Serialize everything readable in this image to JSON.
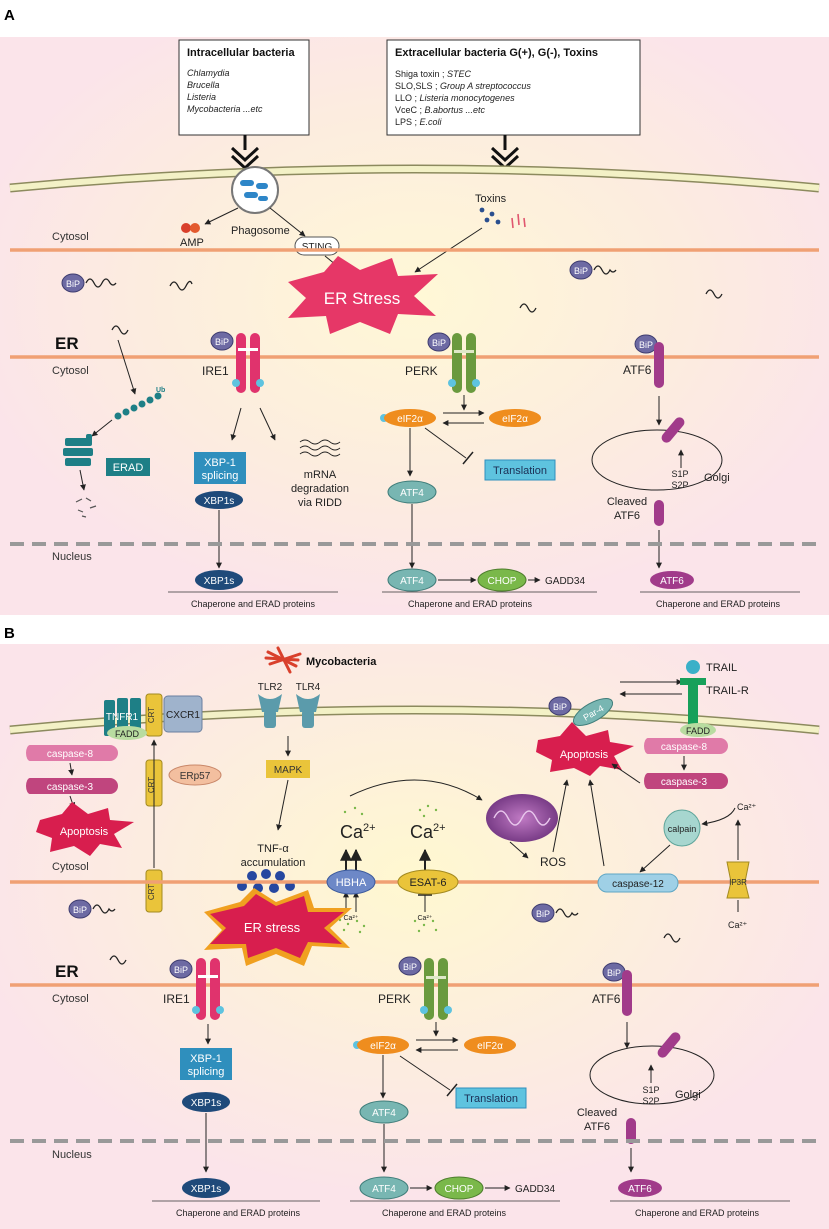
{
  "panelA": {
    "letter": "A",
    "intracellular": {
      "title": "Intracellular bacteria",
      "items": [
        "Chlamydia",
        "Brucella",
        "Listeria",
        "Mycobacteria ...etc"
      ]
    },
    "extracellular": {
      "title": "Extracellular bacteria G(+), G(-), Toxins",
      "items": [
        {
          "toxin": "Shiga toxin ; ",
          "species": "STEC"
        },
        {
          "toxin": "SLO,SLS ; ",
          "species": "Group A streptococcus"
        },
        {
          "toxin": "LLO ; ",
          "species": "Listeria monocytogenes"
        },
        {
          "toxin": "VceC ; ",
          "species": "B.abortus ...etc"
        },
        {
          "toxin": "LPS ; ",
          "species": "E.coli"
        }
      ]
    },
    "labels": {
      "cytosol_top": "Cytosol",
      "amp": "AMP",
      "phagosome": "Phagosome",
      "sting": "STING",
      "toxins": "Toxins",
      "er_stress": "ER Stress",
      "bip": "BiP",
      "er": "ER",
      "cytosol_er": "Cytosol",
      "ire1": "IRE1",
      "perk": "PERK",
      "atf6": "ATF6",
      "ub": "Ub",
      "erad": "ERAD",
      "xbp1_splicing_1": "XBP-1",
      "xbp1_splicing_2": "splicing",
      "xbp1s": "XBP1s",
      "mrna_1": "mRNA",
      "mrna_2": "degradation",
      "mrna_3": "via RIDD",
      "eif2a": "eIF2α",
      "translation": "Translation",
      "atf4": "ATF4",
      "s1p": "S1P",
      "s2p": "S2P",
      "golgi": "Golgi",
      "cleaved_1": "Cleaved",
      "cleaved_2": "ATF6",
      "nucleus": "Nucleus",
      "chop": "CHOP",
      "gadd34": "GADD34",
      "chaperone": "Chaperone and ERAD proteins"
    }
  },
  "panelB": {
    "letter": "B",
    "labels": {
      "mycobacteria": "Mycobacteria",
      "tlr2": "TLR2",
      "tlr4": "TLR4",
      "tnfr1": "TNFR1",
      "crt": "CRT",
      "cxcr1": "CXCR1",
      "fadd": "FADD",
      "caspase8": "caspase-8",
      "caspase3": "caspase-3",
      "apoptosis": "Apoptosis",
      "erp57": "ERp57",
      "mapk": "MAPK",
      "tnf_1": "TNF-α",
      "tnf_2": "accumulation",
      "ca": "Ca",
      "ca_sup": "2+",
      "ca_small": "Ca²⁺",
      "hbha": "HBHA",
      "esat6": "ESAT-6",
      "ros": "ROS",
      "par4": "Par-4",
      "trail": "TRAIL",
      "trail_r": "TRAIL-R",
      "calpain": "calpain",
      "caspase12": "caspase-12",
      "ip3r": "IP3R",
      "cytosol": "Cytosol",
      "er_stress": "ER stress",
      "bip": "BiP",
      "er": "ER",
      "cytosol_er": "Cytosol",
      "ire1": "IRE1",
      "perk": "PERK",
      "atf6": "ATF6",
      "xbp1_splicing_1": "XBP-1",
      "xbp1_splicing_2": "splicing",
      "xbp1s": "XBP1s",
      "eif2a": "eIF2α",
      "translation": "Translation",
      "atf4": "ATF4",
      "s1p": "S1P",
      "s2p": "S2P",
      "golgi": "Golgi",
      "cleaved_1": "Cleaved",
      "cleaved_2": "ATF6",
      "nucleus": "Nucleus",
      "chop": "CHOP",
      "gadd34": "GADD34",
      "chaperone": "Chaperone and ERAD proteins"
    }
  },
  "colors": {
    "background": "#fbe9ec",
    "membrane": "#f1efc2",
    "er_membrane": "#f0a074",
    "ire1": "#e0336d",
    "perk": "#6a9a3e",
    "atf6": "#a13b8a",
    "bip": "#6d6aa3",
    "eif2a": "#ef8d1e",
    "atf4": "#78b6b2",
    "chop": "#7ab84a",
    "xbp": "#2f8fbd",
    "xbp1s": "#1f4a7a",
    "er_stress": "#e63767",
    "apoptosis": "#d81e4e",
    "caspase": "#d55a8d",
    "crt": "#eac43a",
    "erad": "#1e7f86"
  }
}
